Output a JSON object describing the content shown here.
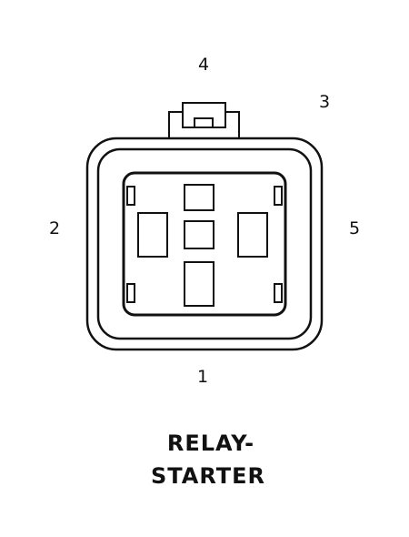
{
  "diagram": {
    "pin_labels": {
      "pin1": "1",
      "pin2": "2",
      "pin3": "3",
      "pin4": "4",
      "pin5": "5"
    },
    "caption": {
      "line1": "RELAY-",
      "line2": "STARTER"
    },
    "colors": {
      "stroke": "#111111",
      "background": "#ffffff"
    }
  }
}
